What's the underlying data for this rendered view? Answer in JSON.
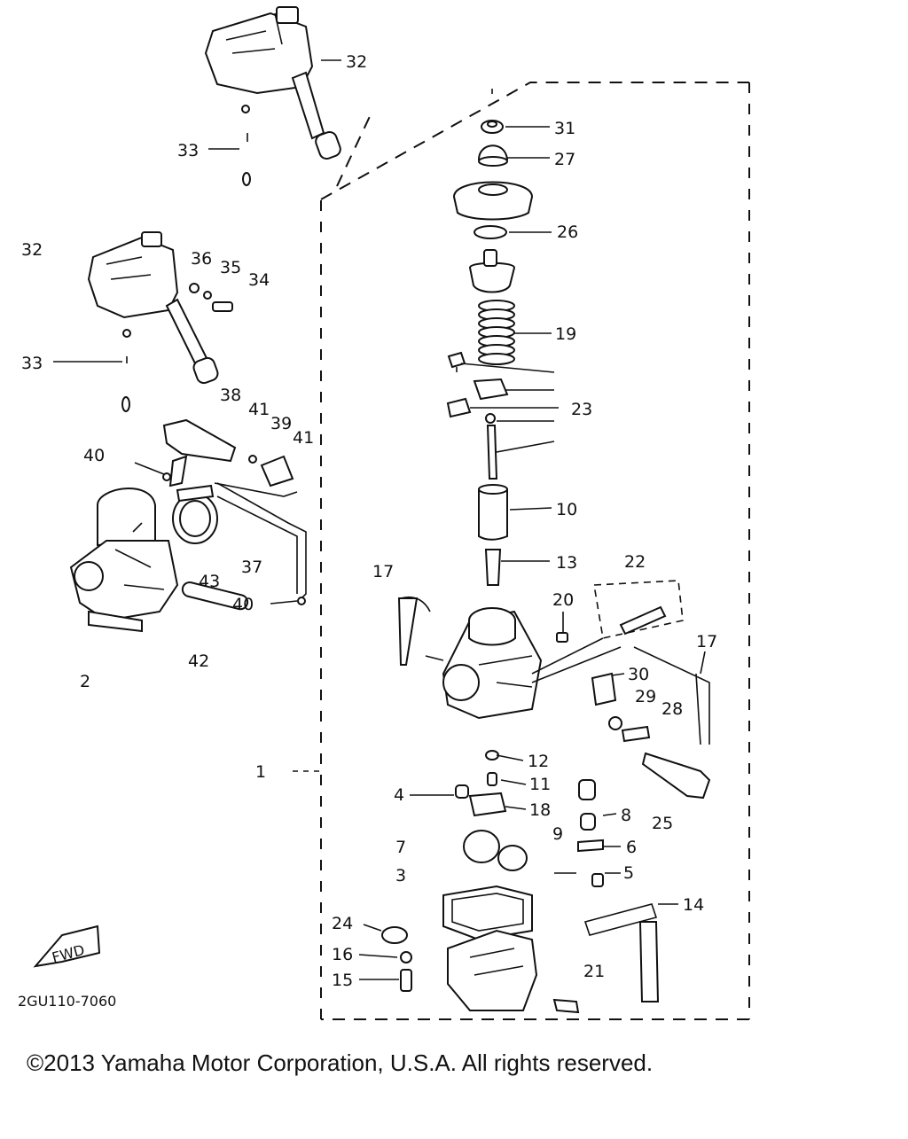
{
  "diagram": {
    "code": "2GU110-7060",
    "fwd_label": "FWD",
    "callouts": {
      "c1": "1",
      "c2": "2",
      "c3": "3",
      "c4": "4",
      "c5": "5",
      "c6": "6",
      "c7": "7",
      "c8": "8",
      "c9": "9",
      "c10": "10",
      "c11": "11",
      "c12": "12",
      "c13": "13",
      "c14": "14",
      "c15": "15",
      "c16": "16",
      "c17a": "17",
      "c17b": "17",
      "c18": "18",
      "c19": "19",
      "c20": "20",
      "c21": "21",
      "c22": "22",
      "c23": "23",
      "c24": "24",
      "c25": "25",
      "c26": "26",
      "c27": "27",
      "c28": "28",
      "c29": "29",
      "c30": "30",
      "c31": "31",
      "c32a": "32",
      "c32b": "32",
      "c33a": "33",
      "c33b": "33",
      "c34": "34",
      "c35": "35",
      "c36": "36",
      "c37": "37",
      "c38": "38",
      "c39": "39",
      "c40a": "40",
      "c40b": "40",
      "c41a": "41",
      "c41b": "41",
      "c42": "42",
      "c43": "43"
    }
  },
  "footer": {
    "copyright": "©2013 Yamaha Motor Corporation, U.S.A. All rights reserved."
  }
}
